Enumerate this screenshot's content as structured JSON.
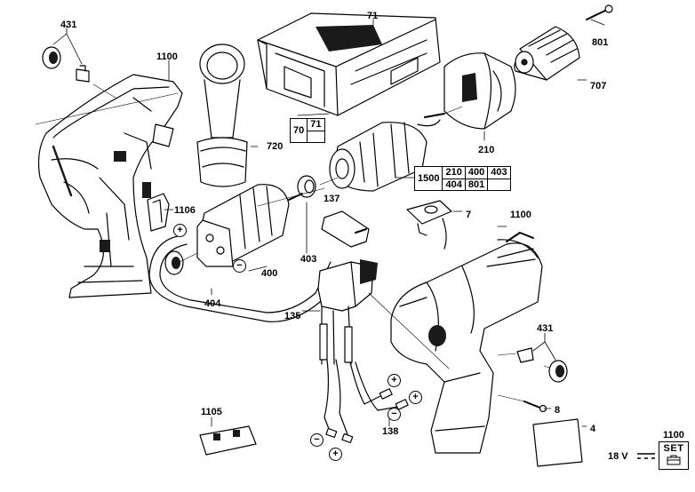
{
  "part_numbers": {
    "p431_top": "431",
    "p1100_top": "1100",
    "p71": "71",
    "p801": "801",
    "p720": "720",
    "p707": "707",
    "p210": "210",
    "p1106": "1106",
    "p137": "137",
    "p7": "7",
    "p1100_right": "1100",
    "p400": "400",
    "p403": "403",
    "p404": "404",
    "p135": "135",
    "p431_right": "431",
    "p8": "8",
    "p138": "138",
    "p1105": "1105",
    "p4": "4",
    "p1100_set": "1100"
  },
  "kit_table_70": {
    "left": "70",
    "right_top": "71"
  },
  "kit_table_1500": {
    "id": "1500",
    "row1": [
      "210",
      "400",
      "403"
    ],
    "row2": [
      "404",
      "801"
    ]
  },
  "polarity": {
    "plus": "+",
    "minus": "−"
  },
  "voltage_label": "18 V",
  "set_label": "SET",
  "icons": [
    "screw-icon",
    "bearing-icon",
    "dc-current-icon",
    "toolbox-icon"
  ],
  "colors": {
    "line": "#000000",
    "background": "#ffffff",
    "fill": "#ffffff",
    "shade": "#1a1a1a"
  }
}
